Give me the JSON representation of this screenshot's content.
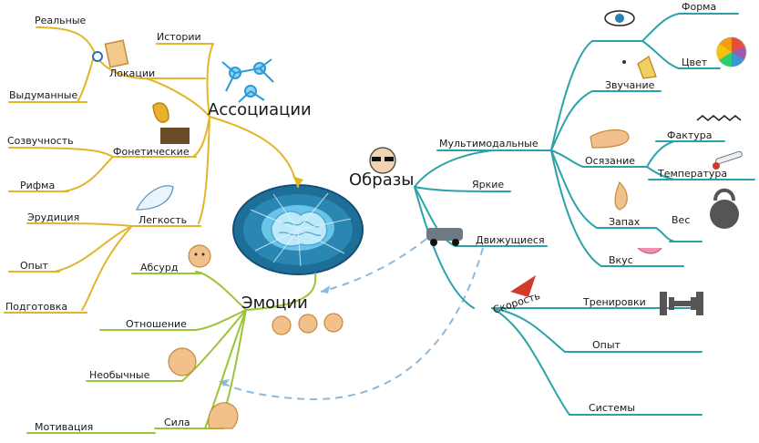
{
  "center": {
    "label": "Образы"
  },
  "branches": {
    "associations": {
      "label": "Ассоциации",
      "history": "Истории",
      "locations": "Локации",
      "real": "Реальные",
      "fictional": "Выдуманные",
      "phonetic": "Фонетические",
      "consonance": "Созвучность",
      "rhyme": "Рифма",
      "lightness": "Легкость",
      "erudition": "Эрудиция",
      "experience": "Опыт",
      "preparation": "Подготовка"
    },
    "emotions": {
      "label": "Эмоции",
      "absurd": "Абсурд",
      "attitude": "Отношение",
      "unusual": "Необычные",
      "strength": "Сила",
      "motivation": "Мотивация"
    },
    "images": {
      "multimodal": "Мультимодальные",
      "form": "Форма",
      "color": "Цвет",
      "sound": "Звучание",
      "touch": "Осязание",
      "texture": "Фактура",
      "temperature": "Температура",
      "smell": "Запах",
      "weight": "Вес",
      "taste": "Вкус",
      "bright": "Яркие",
      "moving": "Движущиеся",
      "speed": "Скорость",
      "trainings": "Тренировки",
      "experience": "Опыт",
      "systems": "Системы"
    }
  },
  "colors": {
    "associations": "#e2b52a",
    "emotions": "#9cc43a",
    "images": "#2aa3a8",
    "brain": "#1b6f9a",
    "dashed": "#8fb8d8"
  }
}
